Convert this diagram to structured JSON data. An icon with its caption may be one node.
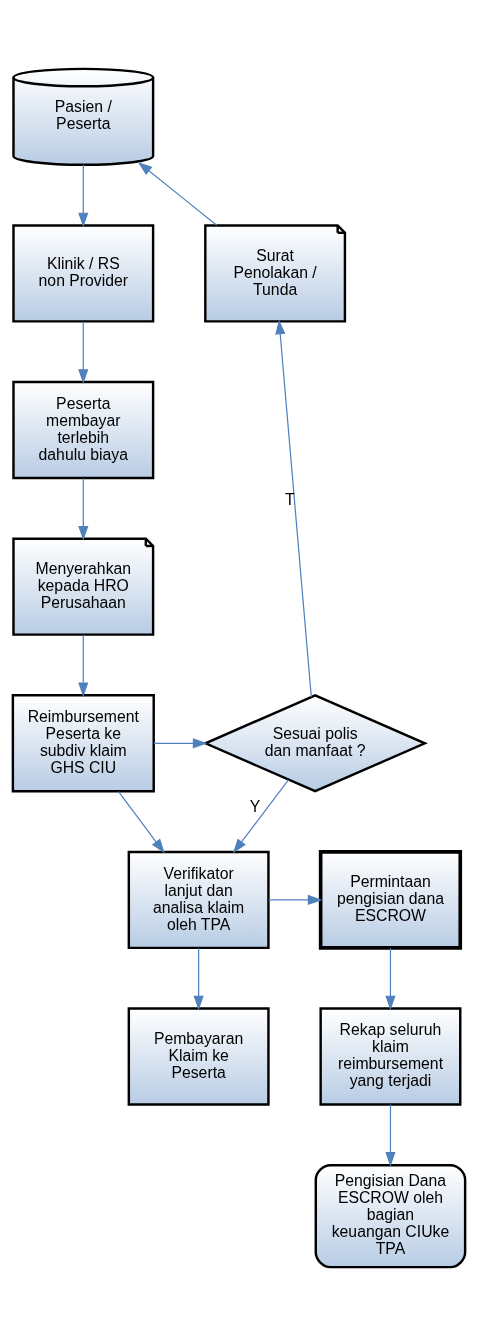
{
  "diagram": {
    "nodes": [
      {
        "text": [
          "Pasien / Peserta"
        ]
      },
      {
        "text": [
          "Klinik / RS non Provider"
        ]
      },
      {
        "text": [
          "Peserta membayar terlebih dahulu biaya"
        ]
      },
      {
        "text": [
          "Menyerahkan kepada HRO Perusahaan"
        ]
      },
      {
        "text": [
          "Reimbursement Peserta ke subdiv klaim GHS CIU"
        ]
      },
      {
        "text": [
          "Verifikator lanjut dan analisa klaim oleh TPA"
        ]
      },
      {
        "text": [
          "Pembayaran Klaim ke Peserta"
        ]
      },
      {
        "text": [
          "Surat Penolakan / Tunda"
        ]
      },
      {
        "text": [
          "Sesuai polis dan manfaat ?"
        ]
      },
      {
        "text": [
          "Permintaan pengisian dana ESCROW"
        ]
      },
      {
        "text": [
          "Rekap seluruh klaim reimbursement yang terjadi"
        ]
      },
      {
        "text": [
          "Pengisian Dana ESCROW oleh bagian keuangan CIUke TPA"
        ]
      }
    ],
    "edges": [
      {
        "from": 0,
        "to": 1,
        "arrow": "to"
      },
      {
        "from": 1,
        "to": 2,
        "arrow": "to"
      },
      {
        "from": 2,
        "to": 3,
        "arrow": "to"
      },
      {
        "from": 3,
        "to": 4,
        "arrow": "to"
      },
      {
        "from": 4,
        "to": 8,
        "arrow": "to"
      },
      {
        "from": 8,
        "to": 7,
        "arrow": "to",
        "label": "T"
      },
      {
        "from": 7,
        "to": 0,
        "arrow": "to"
      },
      {
        "from": 8,
        "to": 5,
        "arrow": "to",
        "label": "Y"
      },
      {
        "from": 4,
        "to": 5,
        "arrow": "to"
      },
      {
        "from": 5,
        "to": 6,
        "arrow": "to"
      },
      {
        "from": 5,
        "to": 9,
        "arrow": "to"
      },
      {
        "from": 9,
        "to": 10,
        "arrow": "to"
      },
      {
        "from": 10,
        "to": 11,
        "arrow": "to"
      }
    ]
  }
}
